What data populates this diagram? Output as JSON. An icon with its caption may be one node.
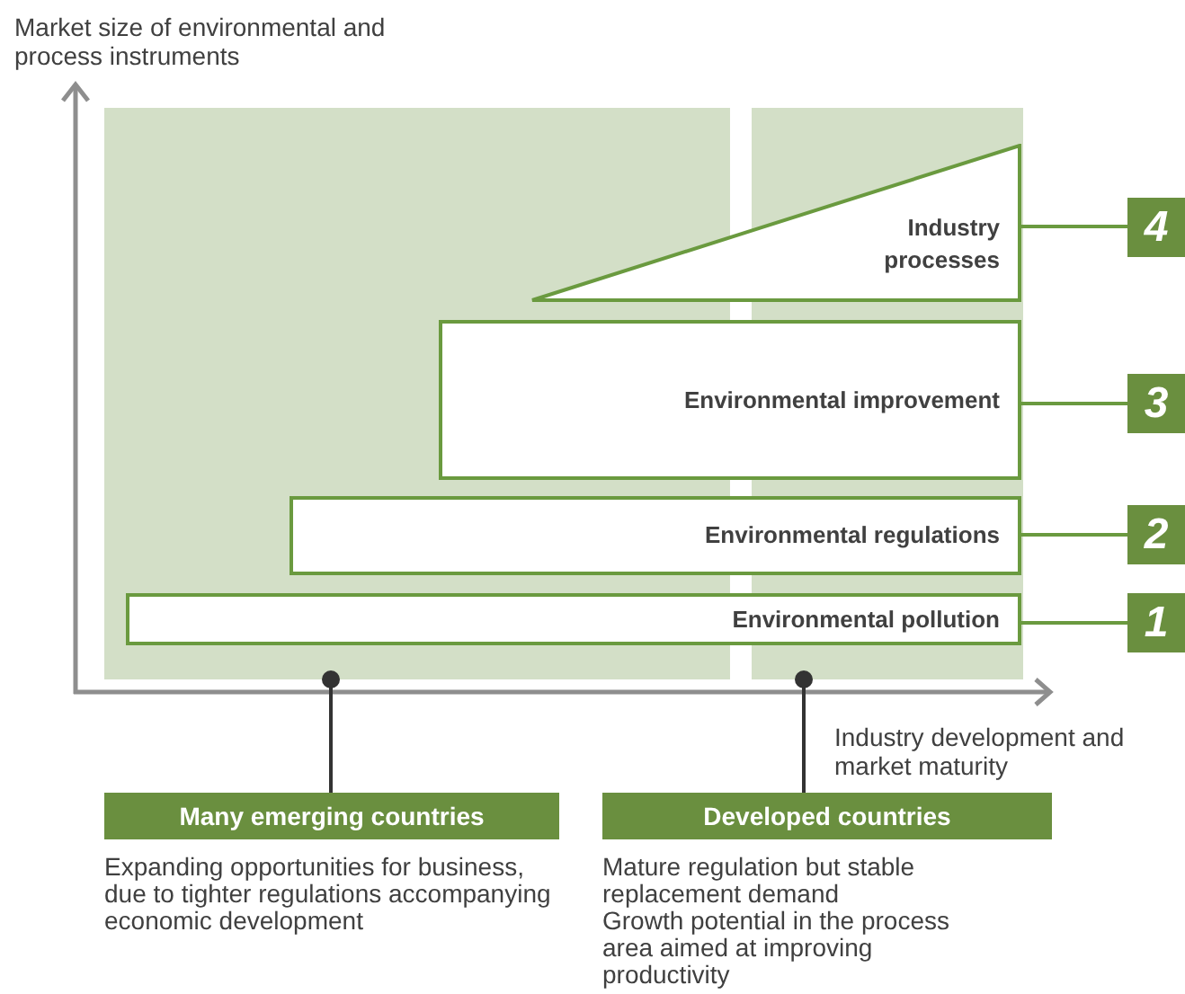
{
  "diagram": {
    "nodes": [
      {
        "text": [],
        "shape": "box"
      },
      {
        "text": [],
        "shape": "box"
      },
      {
        "text": [
          "Industry processes"
        ]
      },
      {
        "text": [
          "Environmental improvement"
        ]
      },
      {
        "text": [
          "Environmental regulations"
        ]
      },
      {
        "text": [
          "Environmental pollution"
        ]
      },
      {
        "text": [
          "4"
        ]
      },
      {
        "text": [
          "3"
        ]
      },
      {
        "text": [
          "2"
        ]
      },
      {
        "text": [
          "1"
        ]
      },
      {
        "text": [
          "Many emerging countries"
        ],
        "beside": [
          "Expanding opportunities for business, due to tighter regulations accompanying economic development"
        ]
      },
      {
        "text": [
          "Developed countries"
        ],
        "beside": [
          "Mature regulation but stable replacement demand",
          "Growth potential in the process area aimed at improving productivity"
        ]
      }
    ],
    "edges": [
      {
        "from": 2,
        "to": 6,
        "arrow": "none"
      },
      {
        "from": 3,
        "to": 7,
        "arrow": "none"
      },
      {
        "from": 4,
        "to": 8,
        "arrow": "none"
      },
      {
        "from": 5,
        "to": 9,
        "arrow": "none"
      },
      {
        "from": 10,
        "to": 0,
        "arrow": "other",
        "color": "#333333"
      },
      {
        "from": 11,
        "to": 1,
        "arrow": "other",
        "color": "#333333"
      }
    ],
    "labels": [
      "Market size of environmental and process instruments",
      "Industry development and market maturity"
    ]
  }
}
